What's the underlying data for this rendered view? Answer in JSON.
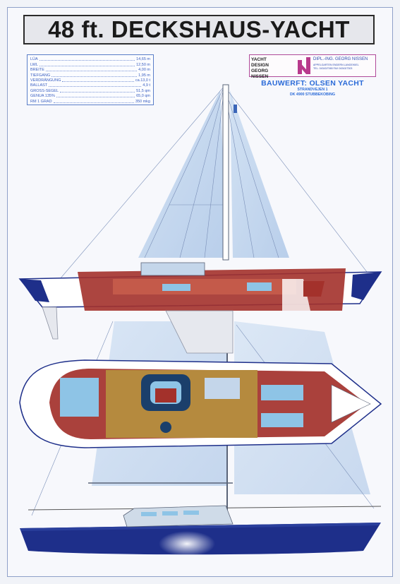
{
  "title": "48 ft. DECKSHAUS-YACHT",
  "specs": [
    {
      "label": "LÜA",
      "value": "14,65  m"
    },
    {
      "label": "LWL",
      "value": "12,50  m"
    },
    {
      "label": "BREITE",
      "value": "4,00  m"
    },
    {
      "label": "TIEFGANG",
      "value": "1,95  m"
    },
    {
      "label": "VERDRÄNGUNG",
      "value": "ca.13,0  t"
    },
    {
      "label": "BALLAST",
      "value": "4,9  t"
    },
    {
      "label": "GROSS-SEGEL",
      "value": "51,5  qm"
    },
    {
      "label": "GENUA 135%",
      "value": "65,0  qm"
    },
    {
      "label": "RM 1 GRAD",
      "value": "350  mkg"
    }
  ],
  "designer": {
    "logo_line1": "YACHT DESIGN",
    "logo_line2": "GEORG NISSEN",
    "name": "DIPL.-ING. GEORG NISSEN",
    "address_line1": "APPELGARTEN ENDERN LANGE/KIEL",
    "address_line2": "TEL. 04343/7065 FAX 04343/7303"
  },
  "shipyard": {
    "name": "BAUWERFT: OLSEN YACHT",
    "street": "STRANDVEJEN 1",
    "city": "DK 4900 STUBBEKOBING"
  },
  "colors": {
    "hull_blue": "#1e2f8a",
    "interior_red": "#a3312b",
    "interior_wood": "#b58a3e",
    "cushion_blue": "#8ec4e6",
    "sail_blue": "#bcd3ec"
  }
}
